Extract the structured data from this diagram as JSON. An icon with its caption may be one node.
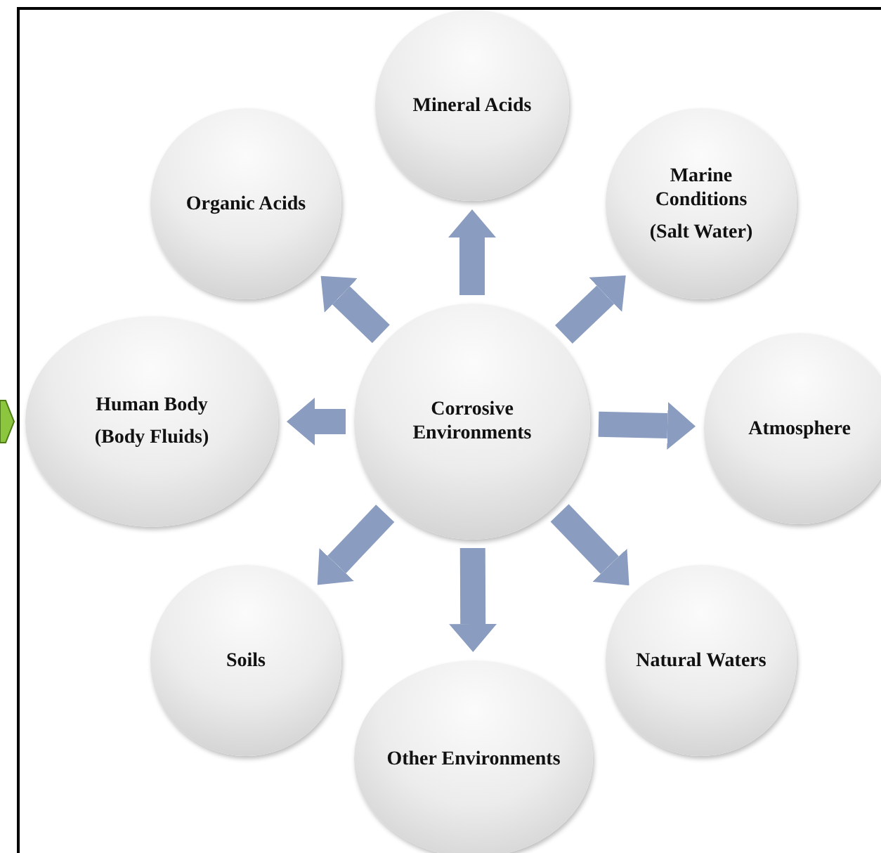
{
  "diagram": {
    "nodes": [
      {
        "text": [
          "Corrosive Environments"
        ]
      },
      {
        "text": [
          "Mineral Acids"
        ]
      },
      {
        "text": [
          "Marine Conditions",
          "(Salt Water)"
        ]
      },
      {
        "text": [
          "Atmosphere"
        ]
      },
      {
        "text": [
          "Natural Waters"
        ]
      },
      {
        "text": [
          "Other Environments"
        ]
      },
      {
        "text": [
          "Soils"
        ]
      },
      {
        "text": [
          "Human Body",
          "(Body Fluids)"
        ]
      },
      {
        "text": [
          "Organic Acids"
        ]
      }
    ],
    "edges": [
      {
        "from": 0,
        "to": 1,
        "arrow": "to"
      },
      {
        "from": 0,
        "to": 2,
        "arrow": "to"
      },
      {
        "from": 0,
        "to": 3,
        "arrow": "to"
      },
      {
        "from": 0,
        "to": 4,
        "arrow": "to"
      },
      {
        "from": 0,
        "to": 5,
        "arrow": "to"
      },
      {
        "from": 0,
        "to": 6,
        "arrow": "to"
      },
      {
        "from": 0,
        "to": 7,
        "arrow": "to"
      },
      {
        "from": 0,
        "to": 8,
        "arrow": "to"
      }
    ]
  }
}
